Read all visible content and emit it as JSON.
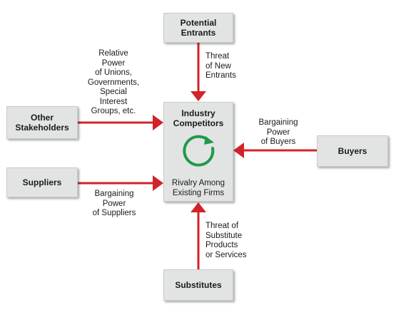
{
  "colors": {
    "arrow": "#d2232a",
    "cycle": "#1f9a4a",
    "box": "#e2e4e4"
  },
  "boxes": {
    "potential_entrants": "Potential\nEntrants",
    "other_stakeholders": "Other\nStakeholders",
    "suppliers": "Suppliers",
    "buyers": "Buyers",
    "substitutes": "Substitutes",
    "industry_title": "Industry\nCompetitors",
    "industry_sub": "Rivalry Among\nExisting Firms"
  },
  "labels": {
    "stakeholders_power": "Relative\nPower\nof Unions,\nGovernments,\nSpecial\nInterest\nGroups, etc.",
    "threat_new_entrants": "Threat\nof New\nEntrants",
    "buyer_power": "Bargaining\nPower\nof Buyers",
    "supplier_power": "Bargaining\nPower\nof Suppliers",
    "threat_substitutes": "Threat of\nSubstitute\nProducts\nor Services"
  },
  "icons": {
    "rivalry": "cycle-arrow-icon"
  }
}
